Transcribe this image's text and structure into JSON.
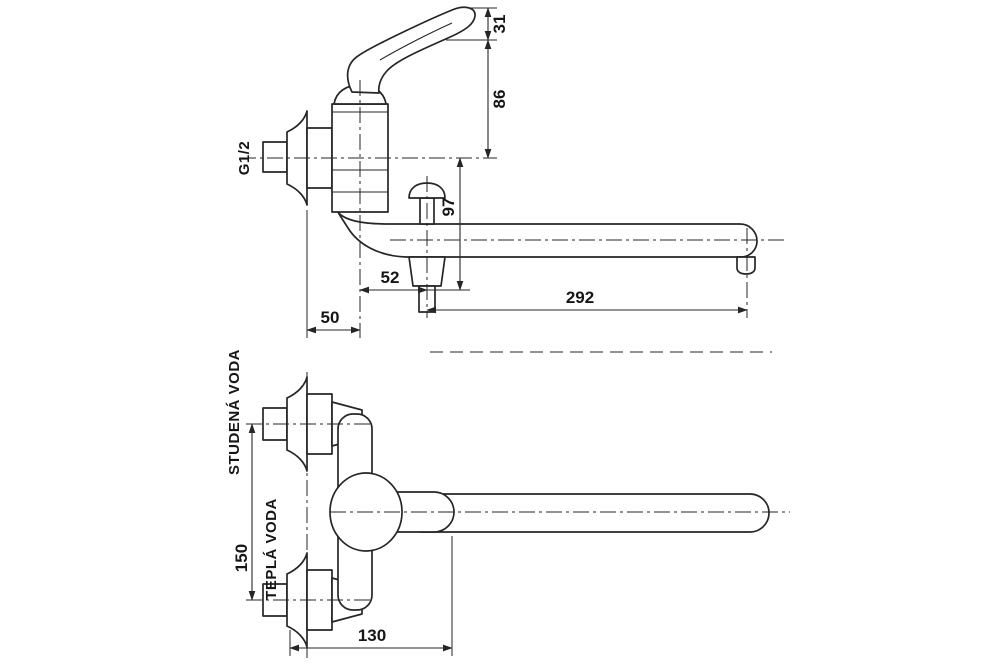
{
  "colors": {
    "line": "#262626",
    "background": "#ffffff"
  },
  "top_view": {
    "dims": {
      "handle_tip": "31",
      "handle_height": "86",
      "thread": "G1/2",
      "outlet_drop": "97",
      "diverter_offset": "52",
      "spout_reach": "292",
      "wall_offset": "50"
    }
  },
  "plan_view": {
    "labels": {
      "cold_water": "STUDENÁ VODA",
      "hot_water": "TEPLÁ VODA"
    },
    "dims": {
      "pipe_spacing": "150",
      "body_depth": "130"
    }
  }
}
